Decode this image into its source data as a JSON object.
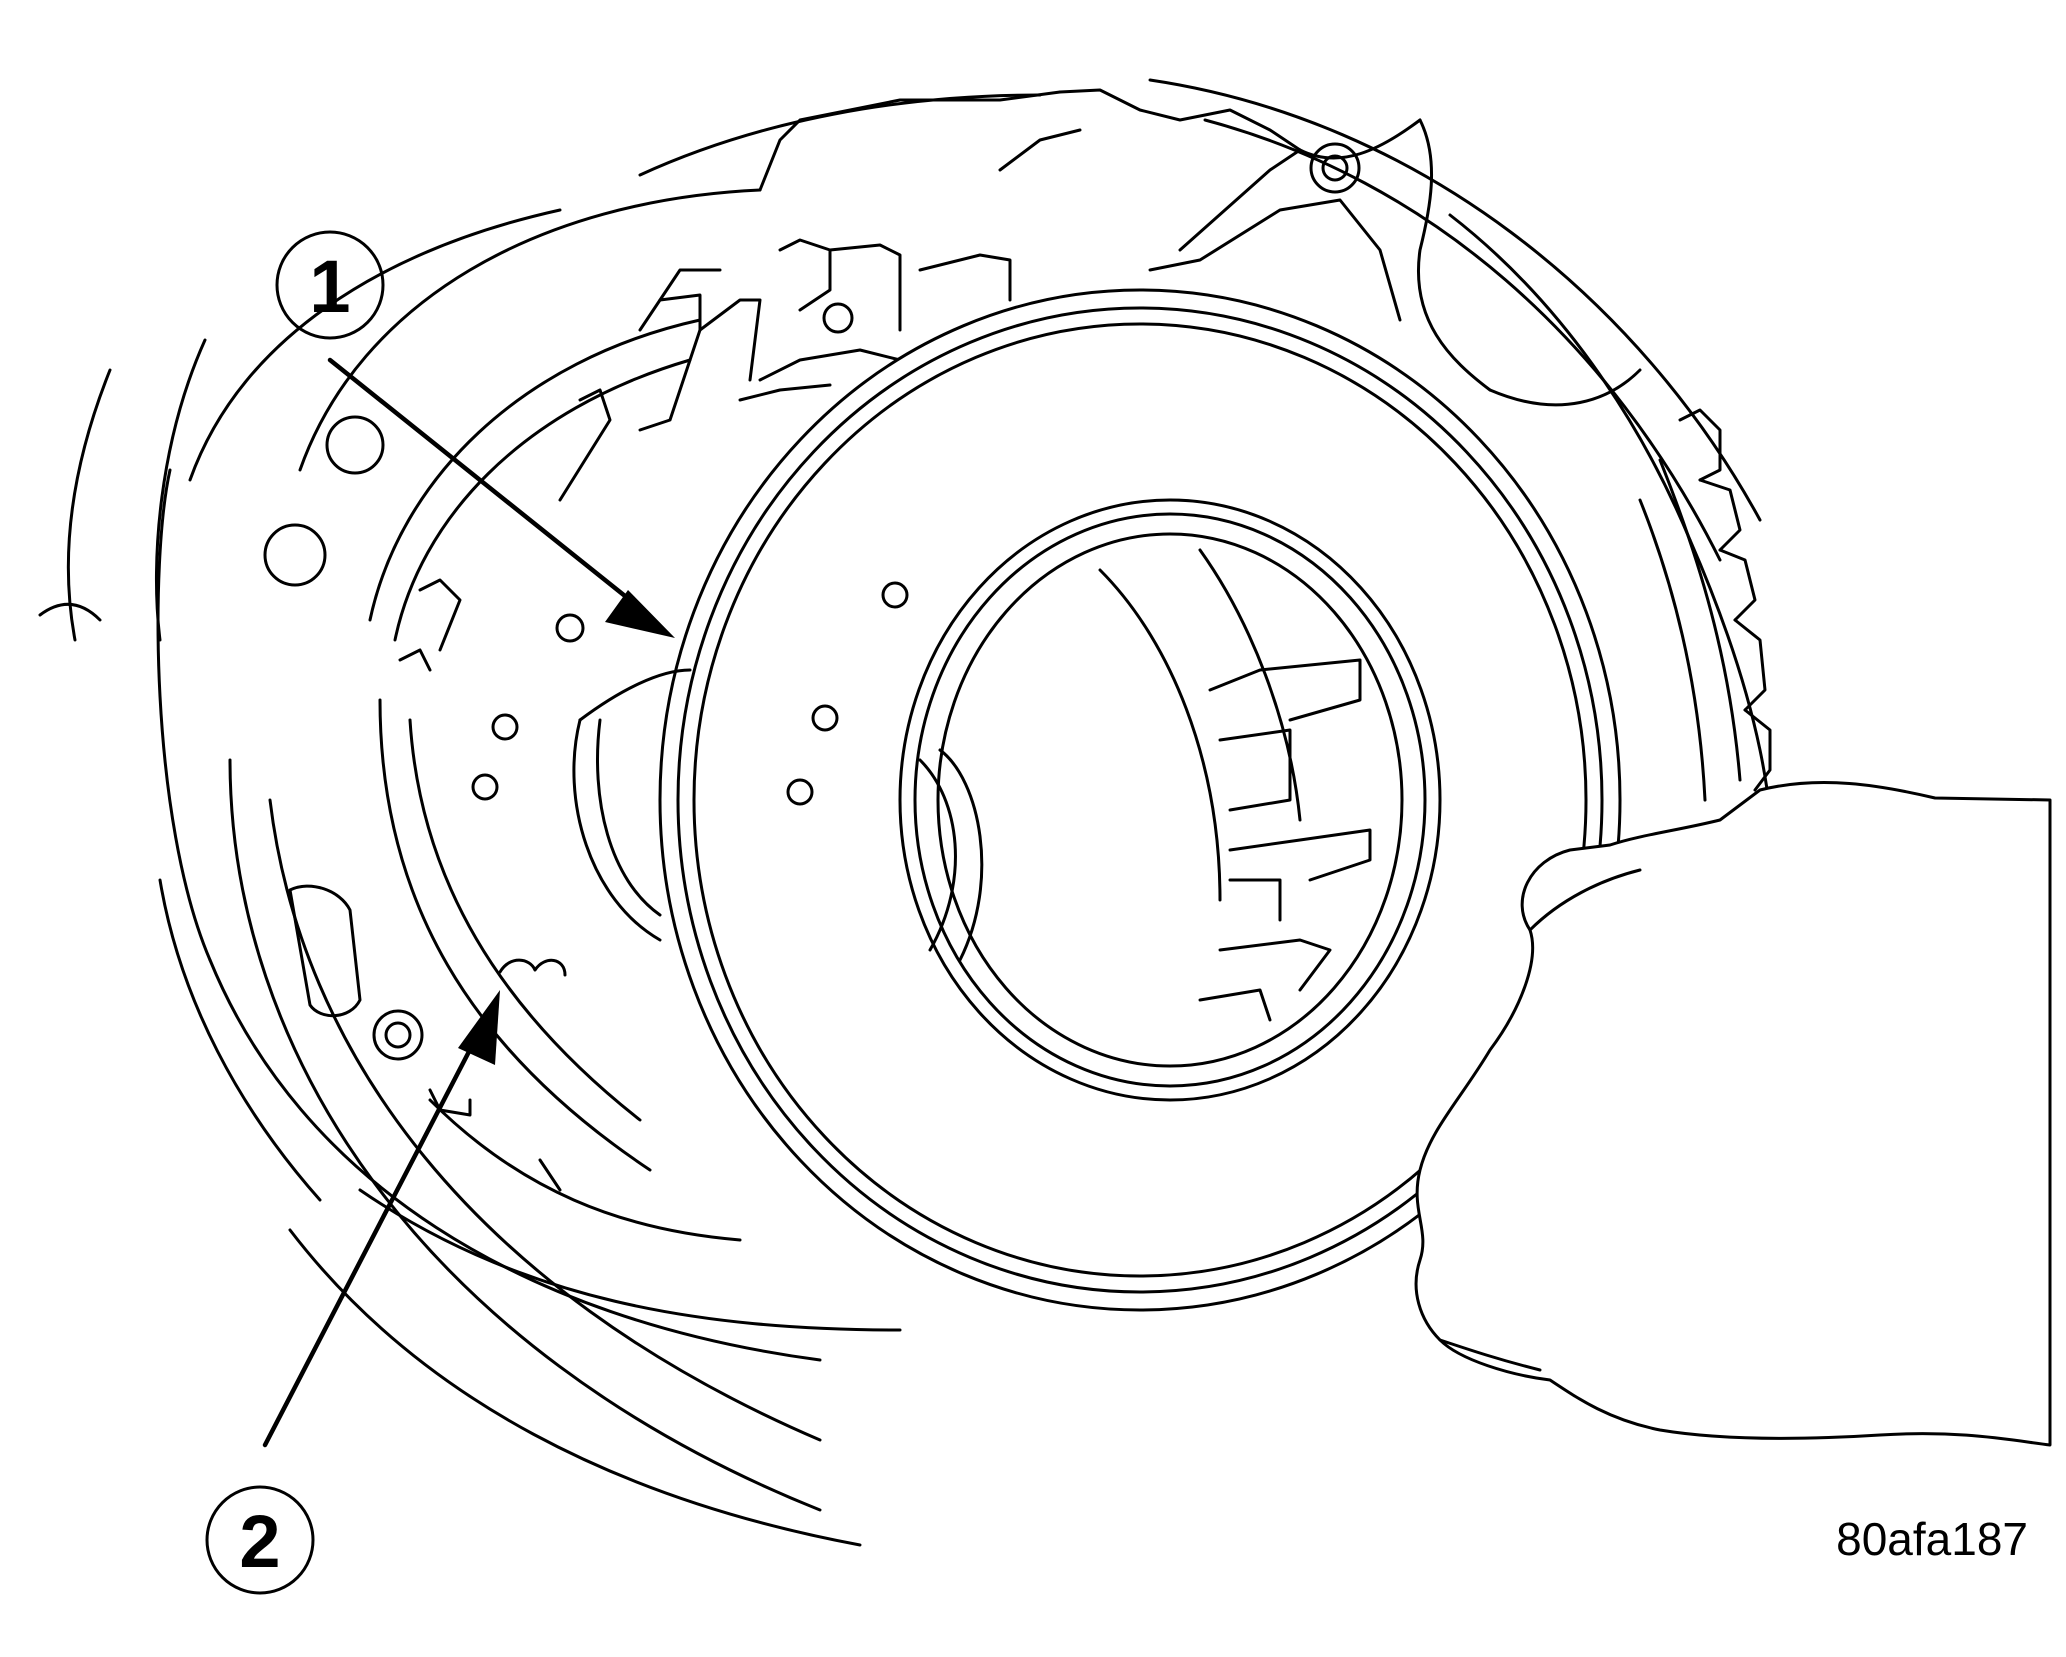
{
  "callouts": [
    {
      "number": "1"
    },
    {
      "number": "2"
    }
  ],
  "figure_code": "80afa187",
  "icons": [
    "transmission-housing-icon",
    "hand-icon",
    "arrow-icon"
  ]
}
